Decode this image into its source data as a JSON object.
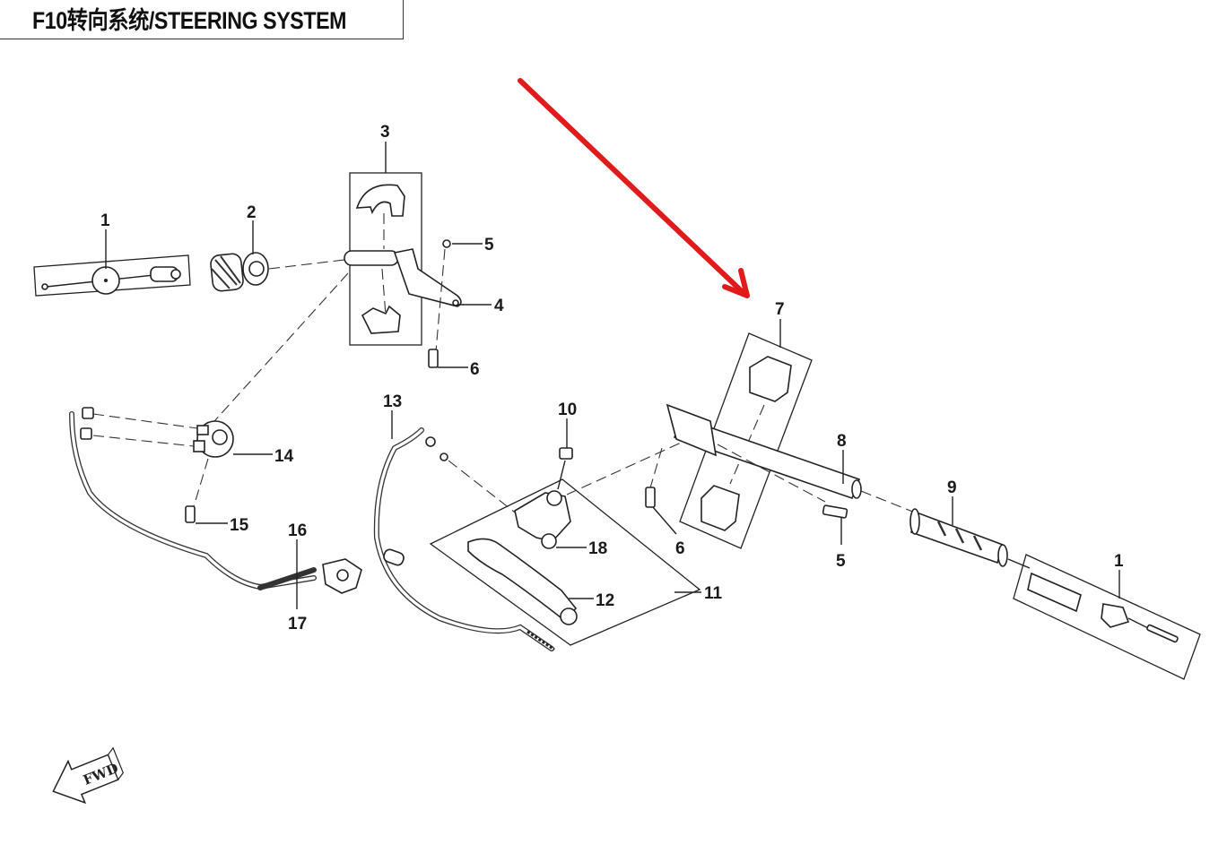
{
  "title": "F10转向系统/STEERING SYSTEM",
  "highlight_arrow": {
    "color": "#e01b1b",
    "points_to_part": "7"
  },
  "orientation_marker": {
    "label": "FWD"
  },
  "callouts": [
    {
      "id": "c1a",
      "label": "1"
    },
    {
      "id": "c2",
      "label": "2"
    },
    {
      "id": "c3",
      "label": "3"
    },
    {
      "id": "c4",
      "label": "4"
    },
    {
      "id": "c5a",
      "label": "5"
    },
    {
      "id": "c6a",
      "label": "6"
    },
    {
      "id": "c7",
      "label": "7"
    },
    {
      "id": "c8",
      "label": "8"
    },
    {
      "id": "c9",
      "label": "9"
    },
    {
      "id": "c10",
      "label": "10"
    },
    {
      "id": "c11",
      "label": "11"
    },
    {
      "id": "c12",
      "label": "12"
    },
    {
      "id": "c13",
      "label": "13"
    },
    {
      "id": "c14",
      "label": "14"
    },
    {
      "id": "c15",
      "label": "15"
    },
    {
      "id": "c16",
      "label": "16"
    },
    {
      "id": "c17",
      "label": "17"
    },
    {
      "id": "c18",
      "label": "18"
    },
    {
      "id": "c6b",
      "label": "6"
    },
    {
      "id": "c5b",
      "label": "5"
    },
    {
      "id": "c1b",
      "label": "1"
    }
  ]
}
